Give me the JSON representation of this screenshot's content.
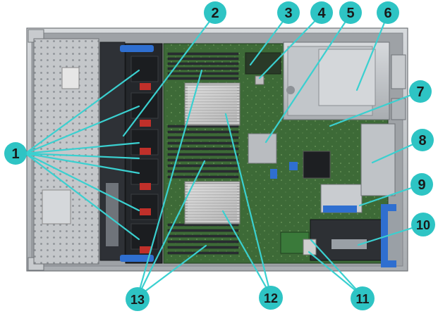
{
  "colors": {
    "callout_fill": "#2ec4c4",
    "callout_text": "#1a1a1a",
    "leader_line": "#3ad0d0",
    "chassis_metal": "#b8bcc0",
    "board_green": "#3f6b3a",
    "fan_red": "#c0302a",
    "accent_blue": "#2f6fd0"
  },
  "callouts": [
    {
      "id": "1",
      "label": "1"
    },
    {
      "id": "2",
      "label": "2"
    },
    {
      "id": "3",
      "label": "3"
    },
    {
      "id": "4",
      "label": "4"
    },
    {
      "id": "5",
      "label": "5"
    },
    {
      "id": "6",
      "label": "6"
    },
    {
      "id": "7",
      "label": "7"
    },
    {
      "id": "8",
      "label": "8"
    },
    {
      "id": "9",
      "label": "9"
    },
    {
      "id": "10",
      "label": "10"
    },
    {
      "id": "11",
      "label": "11"
    },
    {
      "id": "12",
      "label": "12"
    },
    {
      "id": "13",
      "label": "13"
    }
  ]
}
